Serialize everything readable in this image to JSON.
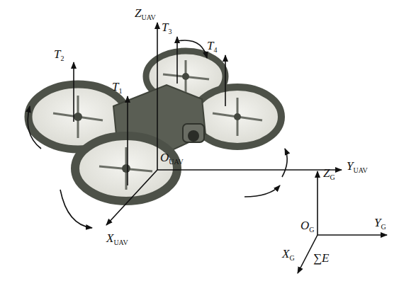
{
  "diagram": {
    "labels": [
      "ZUAV",
      "T3",
      "T2",
      "T4",
      "T1",
      "OUAV",
      "YUAV",
      "XUAV",
      "ZG",
      "YG",
      "OG",
      "XG",
      "∑E"
    ]
  }
}
